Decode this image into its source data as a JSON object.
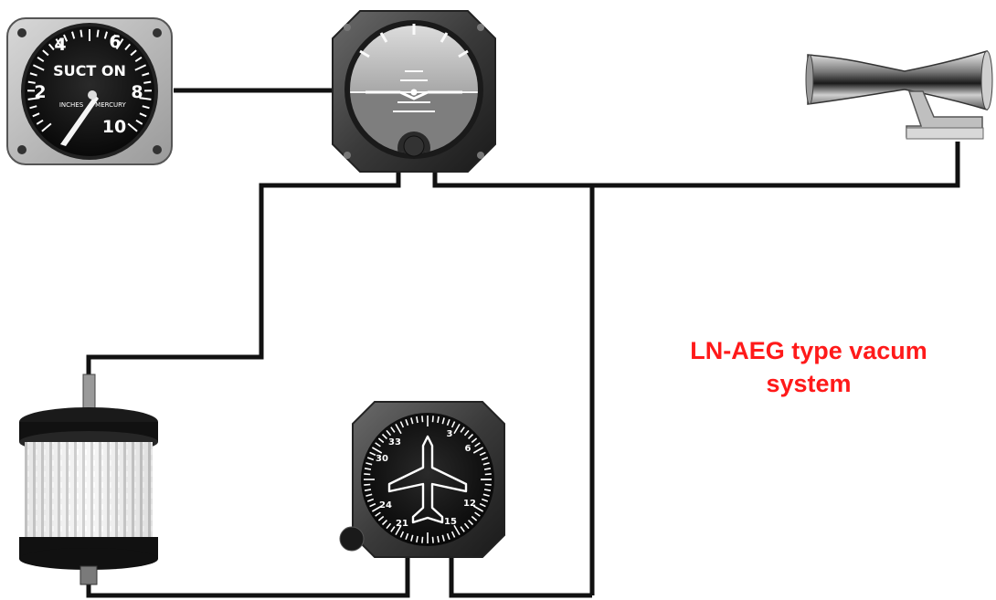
{
  "diagram": {
    "title_line1": "LN-AEG type vacum",
    "title_line2": "system",
    "title_color": "#ff1a1a",
    "line_color": "#111111"
  },
  "suction_gauge": {
    "label": "SUCT ON",
    "sublabel_left": "INCHES",
    "sublabel_right": "MERCURY",
    "scale": [
      "2",
      "4",
      "6",
      "8",
      "10"
    ]
  },
  "heading_indicator": {
    "scale": [
      "33",
      "3",
      "6",
      "12",
      "15",
      "21",
      "24",
      "30"
    ]
  }
}
